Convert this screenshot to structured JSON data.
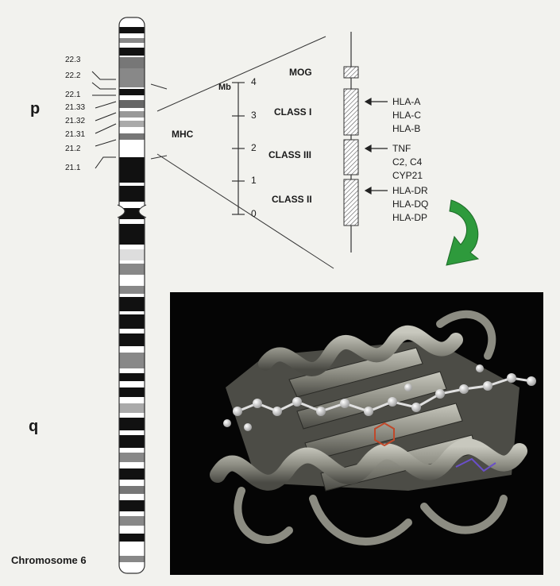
{
  "chromosome": {
    "title": "Chromosome 6",
    "arm_p": "p",
    "arm_q": "q",
    "bands_p": [
      "22.3",
      "22.2",
      "22.1",
      "21.33",
      "21.32",
      "21.31",
      "21.2",
      "21.1"
    ]
  },
  "region": {
    "label": "MHC"
  },
  "scale": {
    "unit": "Mb",
    "ticks": [
      "4",
      "3",
      "2",
      "1",
      "0"
    ]
  },
  "genes": {
    "mog": "MOG",
    "class1": "CLASS I",
    "class3": "CLASS III",
    "class2": "CLASS II",
    "class1_genes": [
      "HLA-A",
      "HLA-C",
      "HLA-B"
    ],
    "class3_genes": [
      "TNF",
      "C2, C4",
      "CYP21"
    ],
    "class2_genes": [
      "HLA-DR",
      "HLA-DQ",
      "HLA-DP"
    ]
  },
  "colors": {
    "arrow": "#2e9a3c",
    "protein_bg": "#050505",
    "ribbon": "#9a9a90"
  }
}
